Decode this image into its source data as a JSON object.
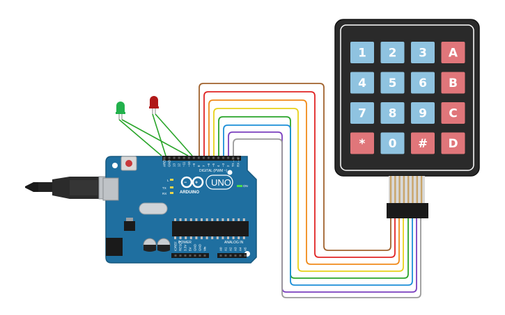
{
  "board": {
    "brand": "ARDUINO",
    "model": "UNO",
    "digital_header_label": "DIGITAL (PWM ~)",
    "analog_header_label": "ANALOG IN",
    "power_header_label": "POWER",
    "on_label": "ON",
    "led_labels": {
      "l": "L",
      "tx": "TX",
      "rx": "RX"
    },
    "digital_pins": [
      "AREF",
      "GND",
      "13",
      "12",
      "~11",
      "~10",
      "~9",
      "8",
      "7",
      "~6",
      "~5",
      "4",
      "~3",
      "2",
      "TX→1",
      "RX←0"
    ],
    "power_pins": [
      "IOREF",
      "RESET",
      "3.3V",
      "5V",
      "GND",
      "GND",
      "Vin"
    ],
    "analog_pins": [
      "A0",
      "A1",
      "A2",
      "A3",
      "A4",
      "A5"
    ]
  },
  "keypad": {
    "rows": [
      [
        "1",
        "2",
        "3",
        "A"
      ],
      [
        "4",
        "5",
        "6",
        "B"
      ],
      [
        "7",
        "8",
        "9",
        "C"
      ],
      [
        "*",
        "0",
        "#",
        "D"
      ]
    ],
    "colors": {
      "number_key": "#8fc3e0",
      "letter_key": "#e0767a",
      "body": "#2a2a2a"
    }
  },
  "leds": [
    {
      "name": "green-led",
      "color": "#22b14c"
    },
    {
      "name": "red-led",
      "color": "#b01818"
    }
  ],
  "wire_colors": [
    "#a0622d",
    "#e02424",
    "#f08a1a",
    "#e8d11a",
    "#2aa52a",
    "#1b8fd8",
    "#7a3fbf",
    "#9a9a9a"
  ]
}
